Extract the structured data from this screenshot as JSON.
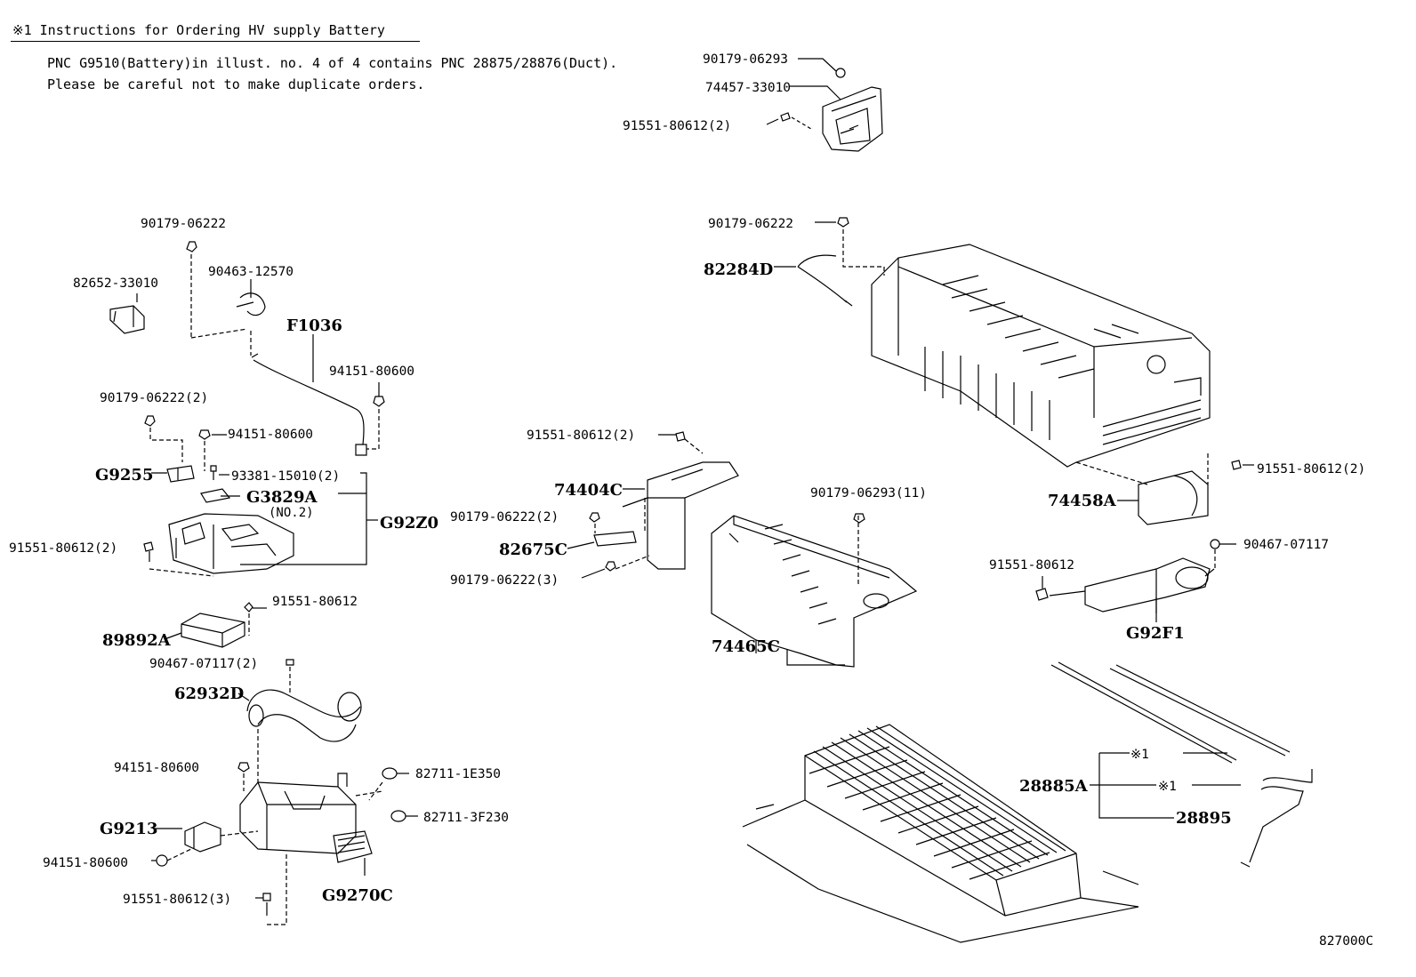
{
  "note": {
    "title": "※1 Instructions for Ordering HV supply Battery",
    "line1": "PNC G9510(Battery)in illust. no. 4 of 4 contains PNC 28875/28876(Duct).",
    "line2": "Please be careful not to make duplicate orders."
  },
  "labels": {
    "l_90179_06293_top": "90179-06293",
    "l_74457_33010": "74457-33010",
    "l_91551_80612_2_top": "91551-80612(2)",
    "l_90179_06222_left": "90179-06222",
    "l_90463_12570": "90463-12570",
    "l_82652_33010": "82652-33010",
    "l_F1036": "F1036",
    "l_94151_80600_a": "94151-80600",
    "l_90179_06222_2_left": "90179-06222(2)",
    "l_94151_80600_b": "94151-80600",
    "l_G9255": "G9255",
    "l_93381_15010": "93381-15010(2)",
    "l_G3829A": "G3829A",
    "l_NO2": "(NO.2)",
    "l_G92Z0": "G92Z0",
    "l_91551_80612_2_left": "91551-80612(2)",
    "l_91551_80612_c": "91551-80612",
    "l_89892A": "89892A",
    "l_90467_07117_2": "90467-07117(2)",
    "l_62932D": "62932D",
    "l_94151_80600_c": "94151-80600",
    "l_82711_1E350": "82711-1E350",
    "l_82711_3F230": "82711-3F230",
    "l_G9213": "G9213",
    "l_94151_80600_d": "94151-80600",
    "l_91551_80612_3": "91551-80612(3)",
    "l_G9270C": "G9270C",
    "l_90179_06222_mid": "90179-06222",
    "l_82284D": "82284D",
    "l_91551_80612_2_mid": "91551-80612(2)",
    "l_74404C": "74404C",
    "l_90179_06222_2_mid": "90179-06222(2)",
    "l_82675C": "82675C",
    "l_90179_06222_3": "90179-06222(3)",
    "l_90179_06293_11": "90179-06293(11)",
    "l_74465C": "74465C",
    "l_91551_80612_2_right": "91551-80612(2)",
    "l_74458A": "74458A",
    "l_90467_07117": "90467-07117",
    "l_91551_80612_right": "91551-80612",
    "l_G92F1": "G92F1",
    "l_note1_a": "※1",
    "l_28885A": "28885A",
    "l_note1_b": "※1",
    "l_28895": "28895",
    "l_827000C": "827000C"
  }
}
